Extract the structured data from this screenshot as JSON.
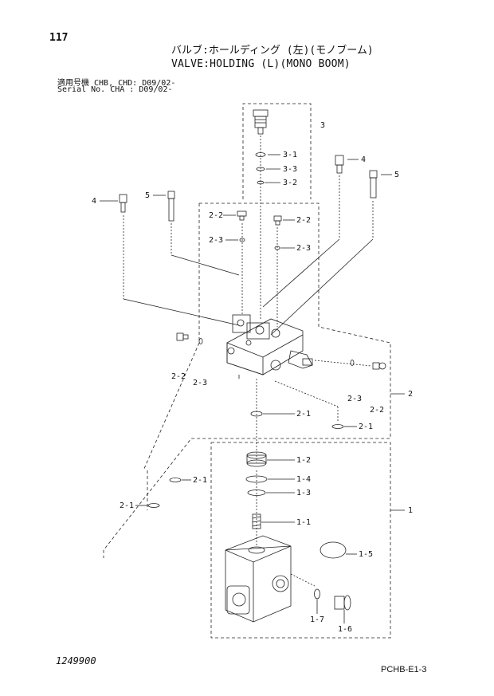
{
  "header": {
    "page_no": "117",
    "title_jp": "バルブ:ホールディング (左)(モノブーム)",
    "title_en": "VALVE:HOLDING (L)(MONO BOOM)",
    "applicability": "適用号機 CHB, CHD: D09/02-",
    "serial": "Serial No. CHA     : D09/02-"
  },
  "callouts": {
    "c3": "3",
    "c3_1": "3-1",
    "c3_3": "3-3",
    "c3_2": "3-2",
    "c4a": "4",
    "c5a": "5",
    "c4b": "4",
    "c5b": "5",
    "c2_2a": "2-2",
    "c2_2b": "2-2",
    "c2_3a": "2-3",
    "c2_3b": "2-3",
    "c2_2c": "2-2",
    "c2_3c": "2-3",
    "c2_3d": "2-3",
    "c2_2d": "2-2",
    "c2": "2",
    "c2_1a": "2-1",
    "c2_1b": "2-1",
    "c2_1c": "2-1",
    "c2_1d": "2-1",
    "c1_2": "1-2",
    "c1_4": "1-4",
    "c1_3": "1-3",
    "c1_1": "1-1",
    "c1": "1",
    "c1_5": "1-5",
    "c1_7": "1-7",
    "c1_6": "1-6"
  },
  "footer": {
    "code": "1249900",
    "ref": "PCHB-E1-3"
  }
}
